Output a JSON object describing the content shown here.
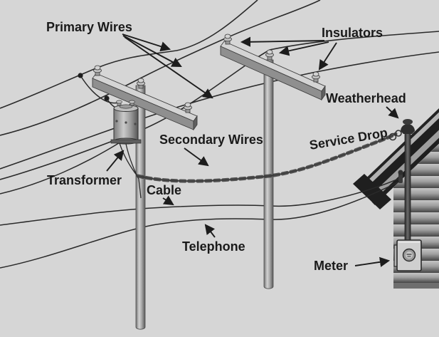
{
  "title": "Residential electric service diagram",
  "colors": {
    "background": "#d6d6d6",
    "line": "#1c1c1c",
    "label_text": "#1a1a1a",
    "pole_light": "#cfcfcf",
    "pole_dark": "#5a5a5a",
    "roof_dark": "#1f1f1f",
    "siding_light": "#c6c6c6",
    "siding_dark": "#454545",
    "meter_box": "#cfcfcf"
  },
  "labels": {
    "primary_wires": "Primary Wires",
    "insulators": "Insulators",
    "weatherhead": "Weatherhead",
    "secondary_wires": "Secondary Wires",
    "service_drop": "Service Drop",
    "transformer": "Transformer",
    "cable": "Cable",
    "telephone": "Telephone",
    "meter": "Meter"
  }
}
